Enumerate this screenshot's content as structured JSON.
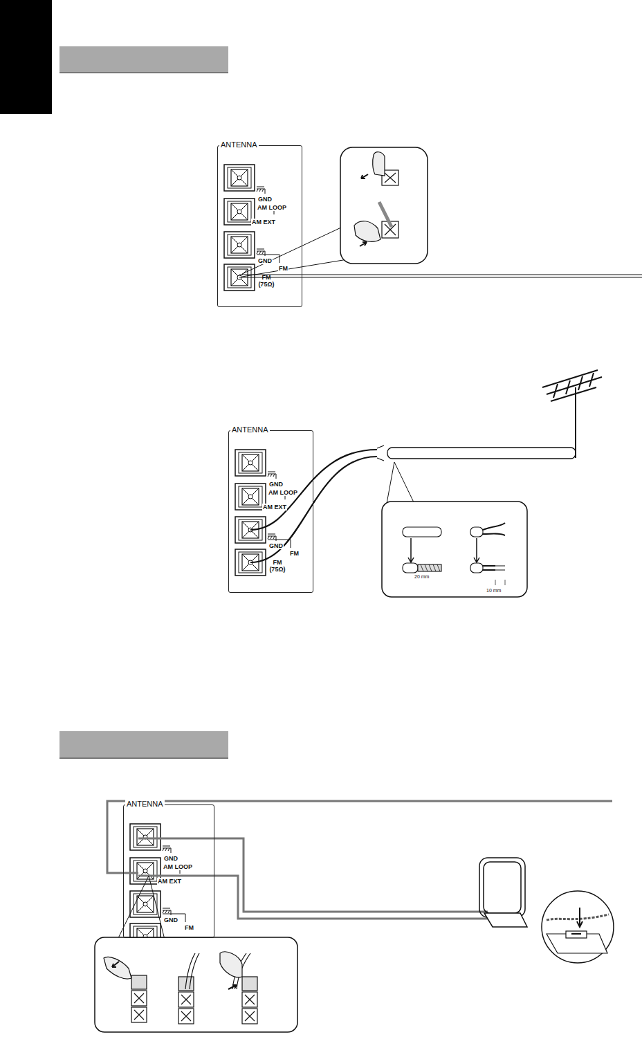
{
  "diagram": {
    "nodes": [
      {
        "text": [
          "ANTENNA"
        ]
      },
      {
        "text": [
          "ANTENNA"
        ]
      },
      {
        "text": [
          "ANTENNA"
        ]
      }
    ],
    "labels": [
      "GND",
      "AM LOOP",
      "AM EXT",
      "GND",
      "FM",
      "FM (75Ω)",
      "GND",
      "AM LOOP",
      "AM EXT",
      "GND",
      "FM",
      "FM (75Ω)",
      "20 mm",
      "10 mm",
      "GND",
      "AM LOOP",
      "AM EXT",
      "GND",
      "FM"
    ]
  }
}
